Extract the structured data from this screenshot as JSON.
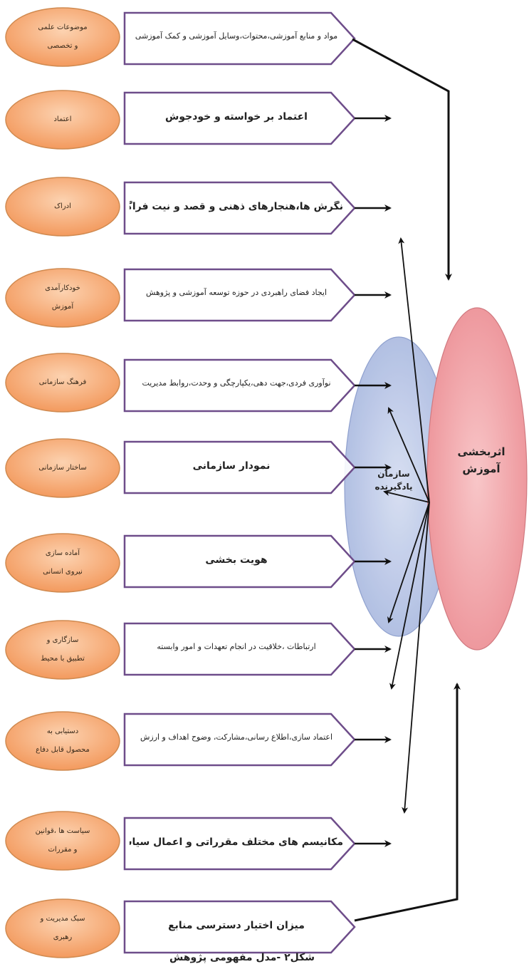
{
  "figure": {
    "caption": "شکل۲ -مدل مفهومی پژوهش",
    "left_concepts": [
      {
        "line1": "موضوعات علمی",
        "line2": "و تخصصی"
      },
      {
        "line1": "اعتماد",
        "line2": ""
      },
      {
        "line1": "ادراک",
        "line2": ""
      },
      {
        "line1": "خودکارآمدی",
        "line2": "آموزش"
      },
      {
        "line1": "فرهنگ سازمانی",
        "line2": ""
      },
      {
        "line1": "ساختار سازمانی",
        "line2": ""
      },
      {
        "line1": "آماده سازی",
        "line2": "نیروی انسانی"
      },
      {
        "line1": "سازگاری و",
        "line2": "تطبیق با محیط"
      },
      {
        "line1": "دستیابی به",
        "line2": "محصول قابل دفاع"
      },
      {
        "line1": "سیاست ها ،قوانین",
        "line2": "و  مقررات"
      },
      {
        "line1": "سبک مدیریت و",
        "line2": "رهبری"
      }
    ],
    "components": [
      {
        "text": "مواد و منابع آموزشی،محتوات،وسایل آموزشی و کمک آموزشی"
      },
      {
        "text": "اعتماد بر خواسته و خودجوش"
      },
      {
        "text": "نگرش ها،هنجارهای ذهنی و قصد و نیت فراگیری"
      },
      {
        "text": "ایجاد فضای راهبردی در حوزه توسعه آموزشی و پژوهش"
      },
      {
        "text": "نوآوری فردی،جهت دهی،یکپارچگی و وحدت،روابط مدیریت"
      },
      {
        "text": "نمودار سازمانی"
      },
      {
        "text": "هویت بخشی"
      },
      {
        "text": "ارتباطات ،خلاقیت در انجام تعهدات و امور وابسته"
      },
      {
        "text": "اعتماد سازی،اطلاع رسانی،مشارکت، وضوح اهداف و ارزش"
      },
      {
        "text": "مکانیسم های مختلف مقرراتی و اعمال سیاستها"
      },
      {
        "text": "میزان اختیار دسترسی منابع"
      }
    ],
    "learning_org": {
      "line1": "سازمان",
      "line2": "یادگیرنده"
    },
    "training_eff": {
      "line1": "اثربخشی",
      "line2": "آموزش"
    },
    "colors": {
      "oval_fill": "#f7a872",
      "oval_stroke": "#d08a50",
      "box_stroke": "#6e4d8a",
      "blue_ellipse": "#b8c6e6",
      "red_ellipse": "#f0a8ac"
    }
  }
}
